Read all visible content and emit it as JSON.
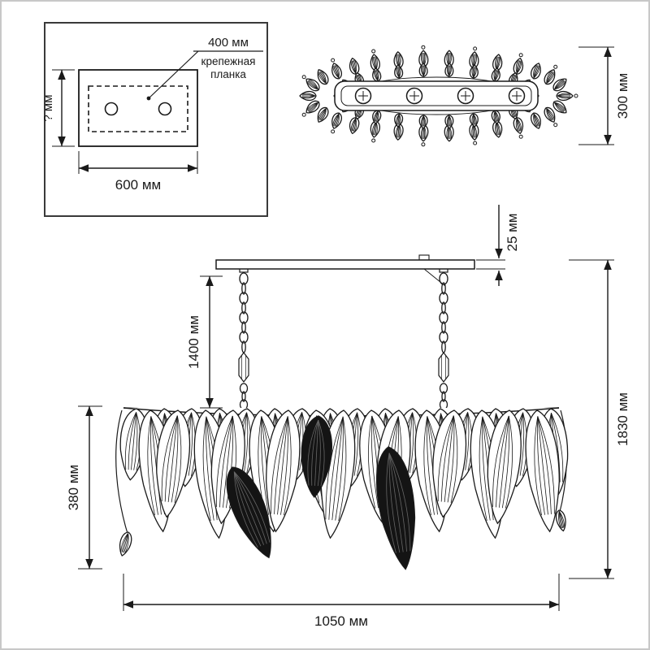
{
  "colors": {
    "line": "#1a1a1a",
    "background": "#ffffff",
    "frame": "#c8c8c8"
  },
  "mount_panel": {
    "hole_spacing": "400 мм",
    "bracket_line1": "крепежная",
    "bracket_line2": "планка",
    "height_unknown": "? мм",
    "width": "600 мм"
  },
  "top_view": {
    "depth": "300 мм"
  },
  "front_view": {
    "canopy_height": "25 мм",
    "chain_length": "1400 мм",
    "total_height": "1830 мм",
    "shade_height": "380 мм",
    "width": "1050 мм"
  }
}
